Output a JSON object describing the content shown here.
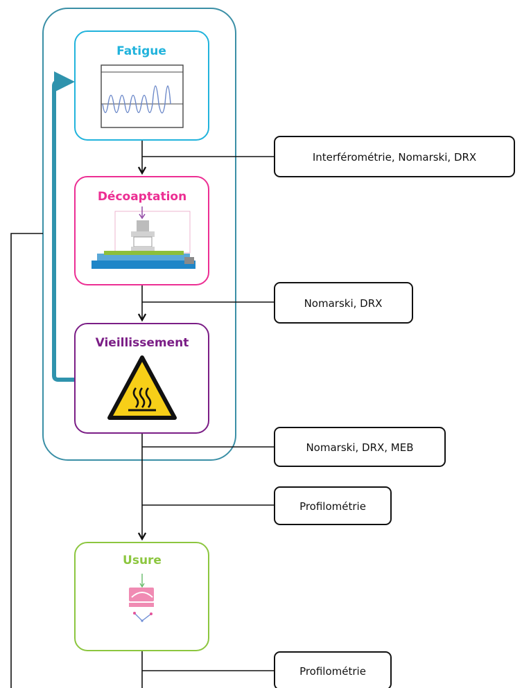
{
  "stages": {
    "fatigue": {
      "title": "Fatigue",
      "color": "#21b3dc"
    },
    "decoaptation": {
      "title": "Décoaptation",
      "color": "#ec2e93"
    },
    "vieillissement": {
      "title": "Vieillissement",
      "color": "#7b1e86"
    },
    "usure": {
      "title": "Usure",
      "color": "#8cc63f"
    }
  },
  "techniques": {
    "t1": "Interférométrie, Nomarski, DRX",
    "t2": "Nomarski, DRX",
    "t3": "Nomarski, DRX, MEB",
    "t4": "Profilométrie",
    "t5": "Profilométrie"
  },
  "colors": {
    "loop_box": "#3a8fa6",
    "loop_arrow": "#2f93ad",
    "lines": "#111111",
    "warning_yellow": "#f7cf18"
  },
  "icons": {
    "fatigue": "oscillating-signal-icon",
    "decoaptation": "test-rig-icon",
    "vieillissement": "hot-surface-warning-icon",
    "usure": "wear-test-icon"
  }
}
